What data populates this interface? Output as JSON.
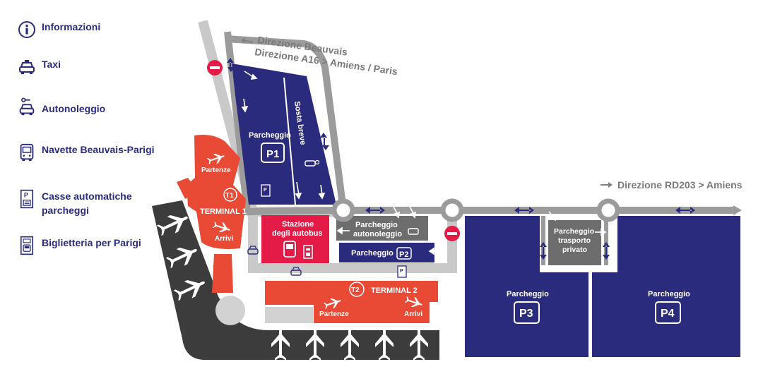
{
  "legend": [
    {
      "icon": "info-icon",
      "label": "Informazioni"
    },
    {
      "icon": "taxi-icon",
      "label": "Taxi"
    },
    {
      "icon": "car-rental-icon",
      "label": "Autonoleggio"
    },
    {
      "icon": "shuttle-bus-icon",
      "label": "Navette Beauvais-Parigi"
    },
    {
      "icon": "parking-pay-machine-icon",
      "label": "Casse automatiche parcheggi"
    },
    {
      "icon": "ticket-office-icon",
      "label": "Biglietteria per Parigi"
    }
  ],
  "directions": {
    "beauvais": "Direzione Beauvais",
    "a16": "Direzione A16 > Amiens / Paris",
    "rd203": "Direzione RD203 > Amiens"
  },
  "p1": {
    "label": "Parcheggio",
    "code": "P1",
    "short_stay": "Sosta breve"
  },
  "p2": {
    "label": "Parcheggio",
    "code": "P2"
  },
  "p3": {
    "label": "Parcheggio",
    "code": "P3"
  },
  "p4": {
    "label": "Parcheggio",
    "code": "P4"
  },
  "rental": {
    "line1": "Parcheggio",
    "line2": "autonoleggio"
  },
  "private": {
    "line1": "Parcheggio",
    "line2": "trasporto",
    "line3": "privato"
  },
  "bus_station": {
    "line1": "Stazione",
    "line2": "degli autobus"
  },
  "terminal1": {
    "code": "T1",
    "name": "TERMINAL 1",
    "departures": "Partenze",
    "arrivals": "Arrivi"
  },
  "terminal2": {
    "code": "T2",
    "name": "TERMINAL 2",
    "departures": "Partenze",
    "arrivals": "Arrivi"
  },
  "colors": {
    "navy": "#2a2b7c",
    "red": "#e94a35",
    "pink": "#e41b46",
    "road": "#9b9b9b",
    "road_light": "#c9c9c9",
    "apron": "#3c3c3c",
    "dark_grey": "#6d6d6d"
  }
}
